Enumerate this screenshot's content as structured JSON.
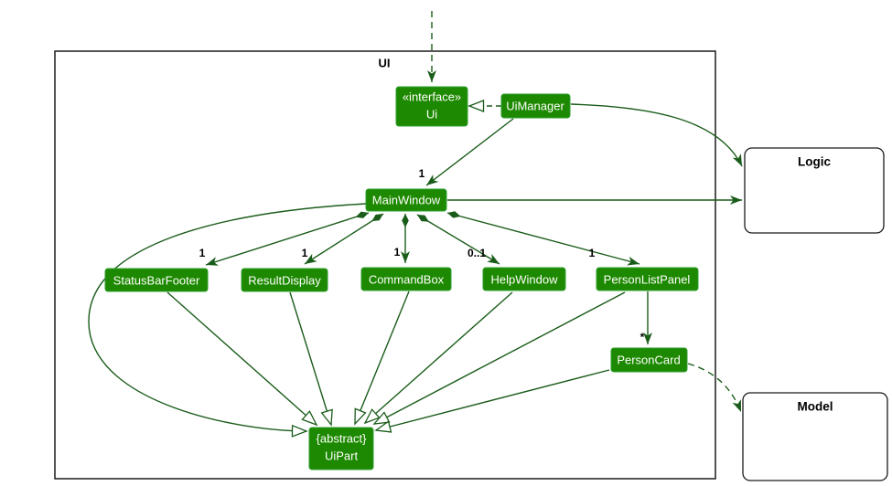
{
  "frame": {
    "label": "UI"
  },
  "nodes": {
    "ui_interface": {
      "stereotype": "«interface»",
      "name": "Ui"
    },
    "ui_manager": {
      "name": "UiManager"
    },
    "main_window": {
      "name": "MainWindow"
    },
    "status_bar_footer": {
      "name": "StatusBarFooter"
    },
    "result_display": {
      "name": "ResultDisplay"
    },
    "command_box": {
      "name": "CommandBox"
    },
    "help_window": {
      "name": "HelpWindow"
    },
    "person_list_panel": {
      "name": "PersonListPanel"
    },
    "person_card": {
      "name": "PersonCard"
    },
    "ui_part": {
      "modifier": "{abstract}",
      "name": "UiPart"
    }
  },
  "external": {
    "logic": {
      "label": "Logic"
    },
    "model": {
      "label": "Model"
    }
  },
  "multiplicities": {
    "uimanager_mainwindow": "1",
    "mainwindow_statusbarfooter": "1",
    "mainwindow_resultdisplay": "1",
    "mainwindow_commandbox": "1",
    "mainwindow_helpwindow": "0..1",
    "mainwindow_personlistpanel": "1",
    "personlistpanel_personcard": "*"
  },
  "colors": {
    "class_fill": "#1D8900",
    "class_border": "#2F9E2F",
    "class_text": "#FFFFFF",
    "edge": "#1A5C1A",
    "frame_border": "#1A1A1A",
    "external_fill": "#FFFFFF",
    "label_text": "#000000",
    "background": "#FFFFFF"
  }
}
